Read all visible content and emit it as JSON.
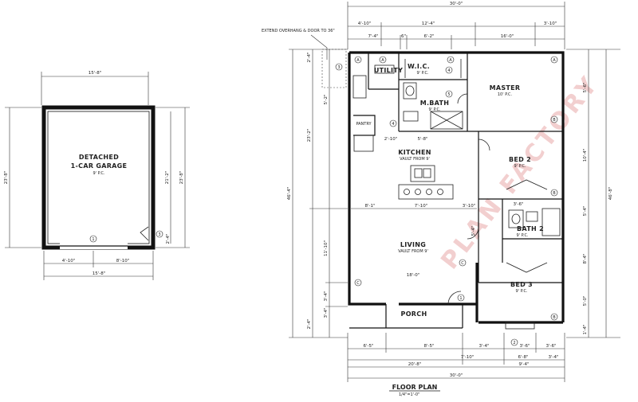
{
  "watermark": "PLAN FACTORY",
  "garage": {
    "title_line1": "DETACHED",
    "title_line2": "1-CAR GARAGE",
    "ceiling": "9' P.C.",
    "overall_width": "15'-8\"",
    "overall_depth": "23'-8\"",
    "inner_depth": "21'-2\"",
    "left_depth": "23'-8\"",
    "door_left": "4'-10\"",
    "door_right": "8'-10\"",
    "bottom_width": "15'-8\"",
    "side_small": "2'-4\"",
    "door_tag": "1",
    "side_door_tag": "3"
  },
  "house": {
    "overall_width_top": "30'-0\"",
    "overall_width_bottom": "30'-0\"",
    "overall_depth_left": "46'-4\"",
    "overall_depth_right": "46'-8\"",
    "top_dims_row1": [
      "4'-10\"",
      "12'-4\"",
      "3'-10\""
    ],
    "top_dims_row2": [
      "7'-4\"",
      "6\"",
      "6'-2\"",
      "16'-0\""
    ],
    "bottom_dims_row1": [
      "6'-5\"",
      "8'-5\"",
      "3'-4\"",
      "3'-6\"",
      "3'-6\""
    ],
    "bottom_dims_row2": [
      "7'-10\"",
      "6'-8\"",
      "3'-4\""
    ],
    "bottom_dims_row3": [
      "20'-8\"",
      "9'-4\""
    ],
    "left_dims": [
      "2'-4\"",
      "23'-2\"",
      "5'-2\"",
      "11'-10\"",
      "3'-4\"",
      "3'-4\"",
      "2'-4\""
    ],
    "right_dims": [
      "5'-6\"",
      "10'-4\"",
      "5'-4\"",
      "8'-4\"",
      "5'-0\"",
      "1'-4\""
    ],
    "note": "EXTEND OVERHANG & DOOR TO 36\"",
    "rooms": {
      "utility": "UTILITY",
      "wic": "W.I.C.",
      "wic_sub": "9' P.C.",
      "mbath": "M.BATH",
      "mbath_sub": "9' P.C.",
      "master": "MASTER",
      "master_sub": "10' P.C.",
      "pantry": "PANTRY",
      "kitchen": "KITCHEN",
      "kitchen_sub": "VAULT FROM 9'",
      "bed2": "BED 2",
      "bed2_sub": "9' P.C.",
      "bath2": "BATH 2",
      "bath2_sub": "9' P.C.",
      "living": "LIVING",
      "living_sub": "VAULT FROM 9'",
      "bed3": "BED 3",
      "bed3_sub": "9' P.C.",
      "porch": "PORCH"
    },
    "tags": {
      "a": "A",
      "b": "B",
      "c": "C",
      "one": "1",
      "two": "2",
      "three": "3",
      "four": "4",
      "five": "5"
    },
    "dims_misc": {
      "kitchen_w": "7'-10\"",
      "kitchen_right": "3'-10\"",
      "living_w": "18'-0\"",
      "kitchen_left": "8'-1\"",
      "bath_top": "3'-6\"",
      "closet": "5'-4\"",
      "mbath_w": "5'-8\"",
      "wic_w": "2'-10\""
    }
  },
  "title": {
    "main": "FLOOR PLAN",
    "scale": "1/4\"=1'-0\""
  }
}
